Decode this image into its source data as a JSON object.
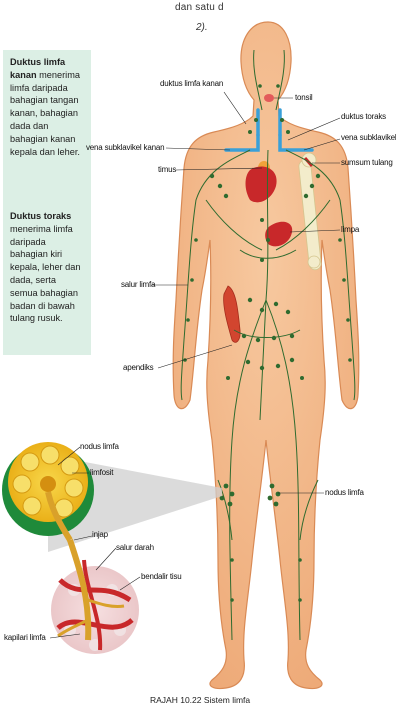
{
  "header_fragment": {
    "line1": "dan satu d",
    "line2": "2)."
  },
  "info_boxes": [
    {
      "title": "Duktus limfa kanan",
      "body": " menerima limfa daripada bahagian tangan kanan, bahagian dada dan bahagian kanan kepala dan leher."
    },
    {
      "title": "Duktus toraks",
      "body": " menerima limfa daripada bahagian kiri kepala, leher dan dada, serta semua bahagian badan di bawah tulang rusuk."
    }
  ],
  "labels": {
    "duktus_limfa_kanan": "duktus limfa kanan",
    "tonsil": "tonsil",
    "duktus_toraks": "duktus toraks",
    "vena_subklavikel_kanan": "vena subklavikel kanan",
    "vena_subklavikel_kiri": "vena subklavikel kiri",
    "timus": "timus",
    "sumsum_tulang": "sumsum tulang",
    "limpa": "limpa",
    "salur_limfa": "salur limfa",
    "apendiks": "apendiks",
    "nodus_limfa_body": "nodus limfa",
    "nodus_limfa_inset": "nodus limfa",
    "limfosit": "limfosit",
    "injap": "injap",
    "salur_darah": "salur darah",
    "bendalir_tisu": "bendalir tisu",
    "kapilari_limfa": "kapilari limfa"
  },
  "caption": "RAJAH 10.22 Sistem limfa",
  "colors": {
    "skin": "#f2b98c",
    "skin_outline": "#d98a55",
    "lymph_green": "#2f6b2f",
    "vein_blue": "#3aa0d8",
    "organ_red": "#c8282a",
    "bone": "#f3eccb",
    "info_bg": "#dcefe5",
    "node_yellow": "#f2c21a"
  }
}
